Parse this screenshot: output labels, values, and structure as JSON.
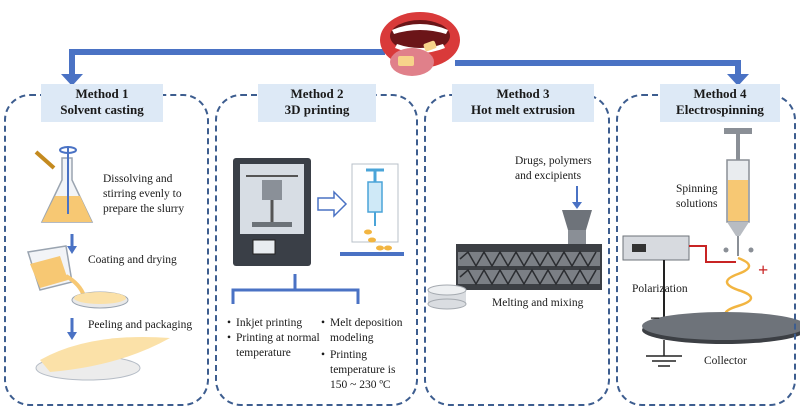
{
  "colors": {
    "panel_border": "#3d5d8f",
    "title_fill": "#dde9f6",
    "flow_arrow": "#4a72c4",
    "slurry": "#f7c873",
    "film": "#fbe1a8"
  },
  "icons": {
    "top": "mouth-with-film-icon",
    "method1": [
      "flask-stirring-icon",
      "beaker-pouring-icon",
      "petri-dish-icon",
      "peeled-film-icon"
    ],
    "method2": [
      "3d-printer-icon",
      "syringe-print-head-icon"
    ],
    "method3": [
      "hopper-icon",
      "twin-screw-extruder-icon",
      "extruded-disc-icon"
    ],
    "method4": [
      "syringe-icon",
      "power-supply-icon",
      "collector-plate-icon",
      "ground-icon"
    ]
  },
  "methods": [
    {
      "title_line1": "Method 1",
      "title_line2": "Solvent casting",
      "steps": [
        "Dissolving and",
        "stirring evenly to",
        "prepare the slurry",
        "Coating and drying",
        "Peeling and packaging"
      ]
    },
    {
      "title_line1": "Method 2",
      "title_line2": "3D printing",
      "col1": [
        "Inkjet printing",
        "Printing at normal",
        "temperature"
      ],
      "col2": [
        "Melt deposition",
        "modeling",
        "Printing",
        "temperature is",
        "150 ~ 230 ºC"
      ]
    },
    {
      "title_line1": "Method 3",
      "title_line2": "Hot melt extrusion",
      "labels": [
        "Drugs, polymers",
        "and excipients",
        "Melting and mixing"
      ]
    },
    {
      "title_line1": "Method 4",
      "title_line2": "Electrospinning",
      "labels": [
        "Spinning",
        "solutions",
        "Polarization",
        "Collector"
      ],
      "signs": [
        "+",
        "−"
      ]
    }
  ]
}
